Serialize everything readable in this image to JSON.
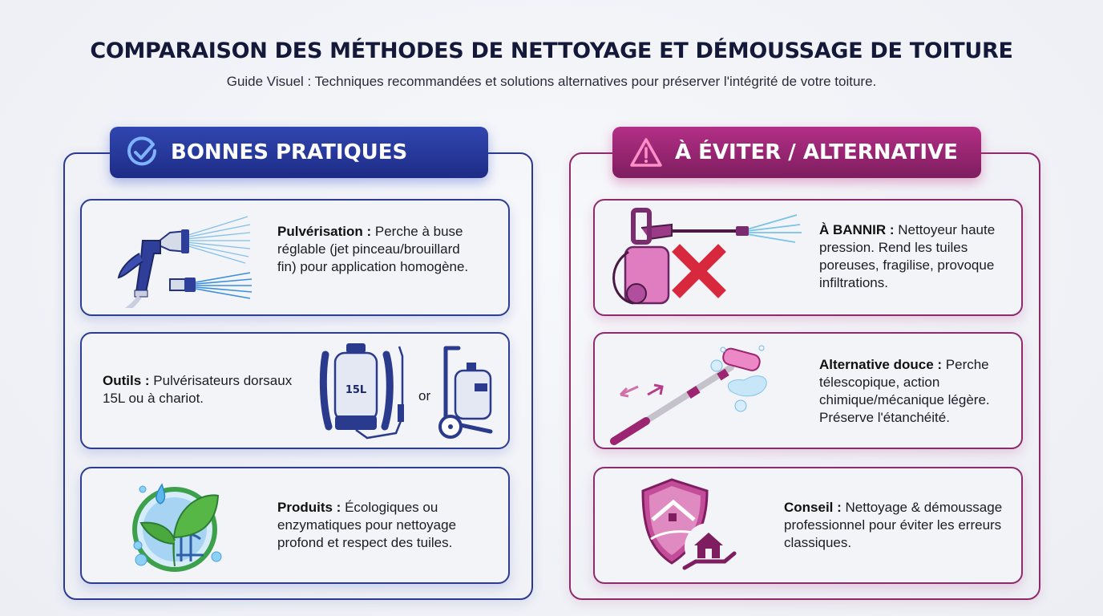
{
  "header": {
    "title": "COMPARAISON DES MÉTHODES DE NETTOYAGE ET DÉMOUSSAGE DE TOITURE",
    "subtitle": "Guide Visuel : Techniques recommandées et solutions alternatives pour préserver l'intégrité de votre toiture."
  },
  "colors": {
    "good_primary": "#2b3a8f",
    "bad_primary": "#8e2a6a",
    "background": "#eef0f5"
  },
  "good_panel": {
    "heading": "BONNES PRATIQUES",
    "icon": "check-circle-icon",
    "cards": [
      {
        "label": "Pulvérisation :",
        "text": " Perche à buse réglable (jet pinceau/brouillard fin) pour application homogène.",
        "icon": "spray-nozzle-icon"
      },
      {
        "label": "Outils :",
        "text": " Pulvérisateurs dorsaux 15L ou à chariot.",
        "icon": "backpack-sprayer-icon",
        "sprayer_capacity": "15L",
        "or_label": "or"
      },
      {
        "label": "Produits :",
        "text": " Écologiques ou enzymatiques pour nettoyage profond et respect des tuiles.",
        "icon": "eco-leaf-globe-icon"
      }
    ]
  },
  "bad_panel": {
    "heading": "À ÉVITER / ALTERNATIVE",
    "icon": "warning-triangle-icon",
    "cards": [
      {
        "label": "À BANNIR :",
        "text": " Nettoyeur haute pression. Rend les tuiles poreuses, fragilise, provoque infiltrations.",
        "icon": "pressure-washer-crossed-icon"
      },
      {
        "label": "Alternative douce :",
        "text": " Perche télescopique, action chimique/mécanique légère. Préserve l'étanchéité.",
        "icon": "telescopic-brush-icon"
      },
      {
        "label": "Conseil :",
        "text": " Nettoyage & démoussage professionnel pour éviter les erreurs classiques.",
        "icon": "shield-house-icon"
      }
    ]
  }
}
